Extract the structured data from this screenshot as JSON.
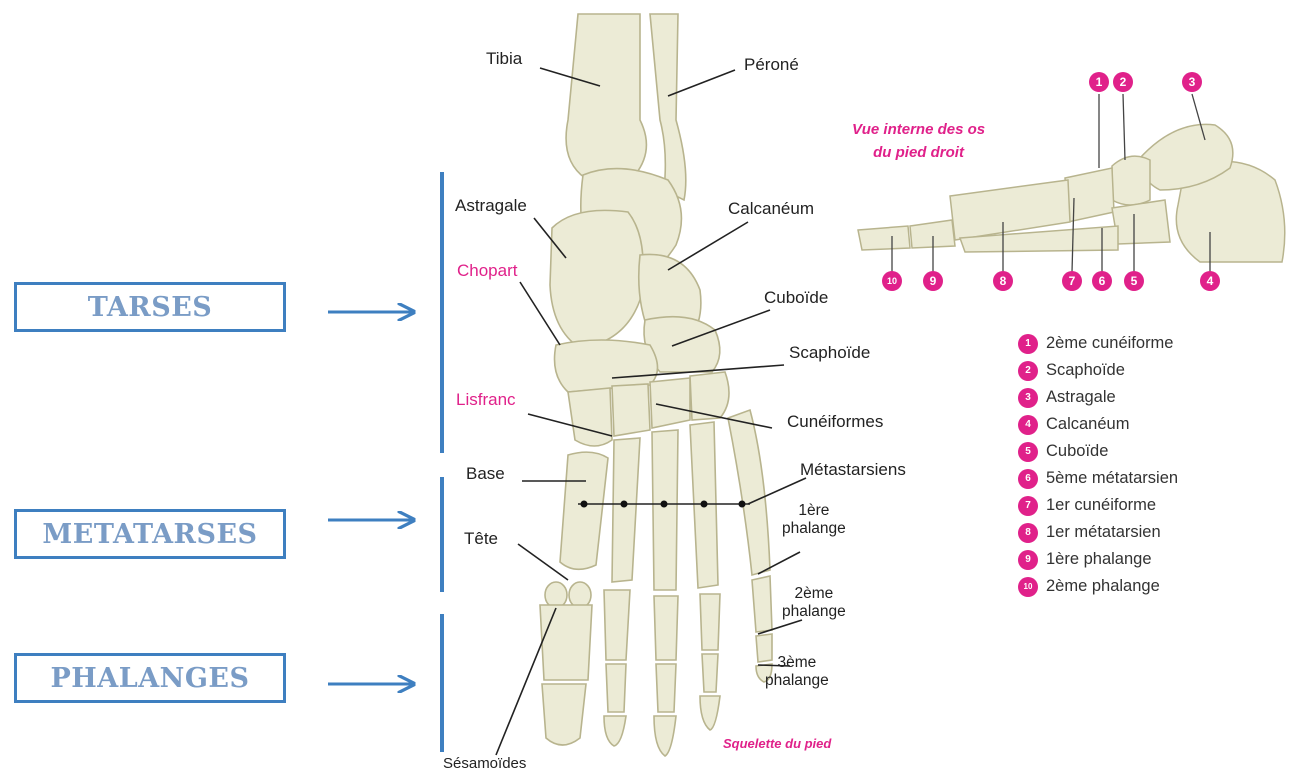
{
  "categories": [
    {
      "label": "TARSES"
    },
    {
      "label": "METATARSES"
    },
    {
      "label": "PHALANGES"
    }
  ],
  "front_view": {
    "caption": "Squelette du pied",
    "labels": {
      "tibia": "Tibia",
      "perone": "Péroné",
      "astragale": "Astragale",
      "calcaneum": "Calcanéum",
      "chopart": "Chopart",
      "cuboide": "Cuboïde",
      "scaphoide": "Scaphoïde",
      "lisfranc": "Lisfranc",
      "cuneiformes": "Cunéiformes",
      "base": "Base",
      "metatarsiens": "Métastarsiens",
      "tete": "Tête",
      "phalange1": "1ère\nphalange",
      "phalange2": "2ème\nphalange",
      "phalange3": "3ème\nphalange",
      "sesamoides": "Sésamoïdes"
    }
  },
  "side_view": {
    "caption": "Vue interne des os\ndu pied droit",
    "badges": [
      "1",
      "2",
      "3",
      "10",
      "9",
      "8",
      "7",
      "6",
      "5",
      "4"
    ],
    "legend": [
      {
        "num": "1",
        "text": "2ème cunéiforme"
      },
      {
        "num": "2",
        "text": "Scaphoïde"
      },
      {
        "num": "3",
        "text": "Astragale"
      },
      {
        "num": "4",
        "text": "Calcanéum"
      },
      {
        "num": "5",
        "text": "Cuboïde"
      },
      {
        "num": "6",
        "text": "5ème métatarsien"
      },
      {
        "num": "7",
        "text": "1er cunéiforme"
      },
      {
        "num": "8",
        "text": "1er métatarsien"
      },
      {
        "num": "9",
        "text": "1ère phalange"
      },
      {
        "num": "10",
        "text": "2ème phalange"
      }
    ]
  },
  "colors": {
    "bone_fill": "#ecebd6",
    "bone_stroke": "#b8b48e",
    "accent_pink": "#e0218a",
    "bracket_blue": "#3e7fc0",
    "box_text": "#7a9cc6"
  }
}
